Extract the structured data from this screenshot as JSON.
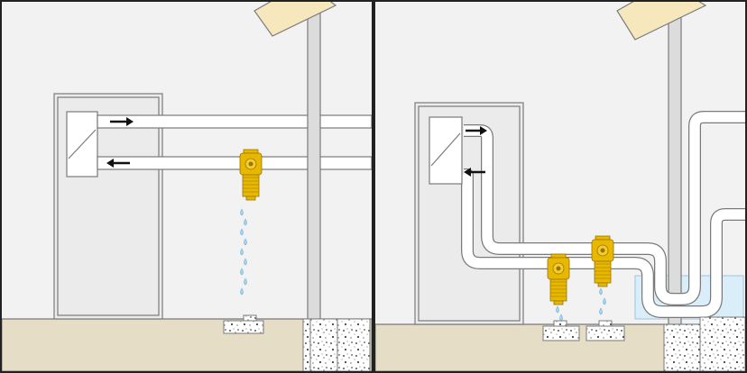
{
  "panels": [
    {
      "id": "left",
      "arrows": [
        "right",
        "left"
      ],
      "drip_count": 9
    },
    {
      "id": "right",
      "arrows": [
        "right",
        "left"
      ],
      "valves": 2,
      "drip_count_per_valve": 3
    }
  ],
  "colors": {
    "background": "#f2f2f2",
    "outline": "#7a7a7a",
    "floor": "#e6ddc7",
    "wall_panel": "#ebebeb",
    "pipe_fill": "#ffffff",
    "valve": "#e8b800",
    "valve_dark": "#9a7400",
    "water": "#d9eef9",
    "drip": "#a7d3ef",
    "roof": "#f6e7bd",
    "pole": "#dcdcdc",
    "frame": "#222222"
  }
}
